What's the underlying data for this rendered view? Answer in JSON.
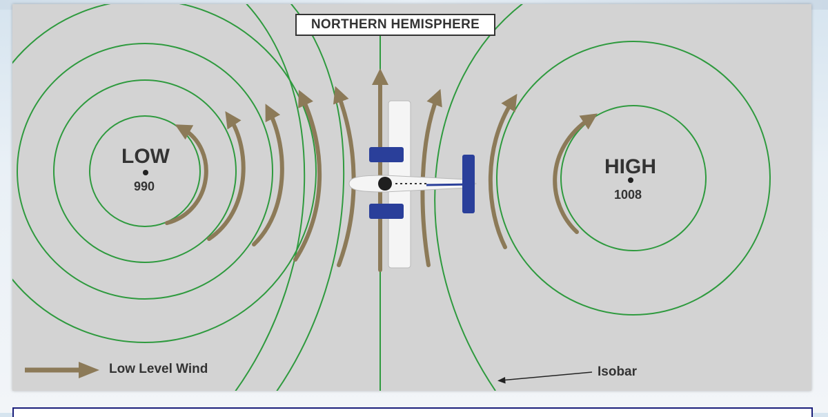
{
  "title": "NORTHERN HEMISPHERE",
  "low": {
    "label": "LOW",
    "pressure": "990"
  },
  "high": {
    "label": "HIGH",
    "pressure": "1008"
  },
  "legend": {
    "wind_label": "Low Level Wind",
    "isobar_label": "Isobar"
  },
  "colors": {
    "isobar": "#2e9a3e",
    "wind_arrow": "#8c7a58",
    "background": "#d3d3d3",
    "aircraft_accent": "#2a3f9a"
  },
  "icons": {
    "aircraft": "aircraft-top-view-icon",
    "wind": "wind-arrow-icon"
  }
}
